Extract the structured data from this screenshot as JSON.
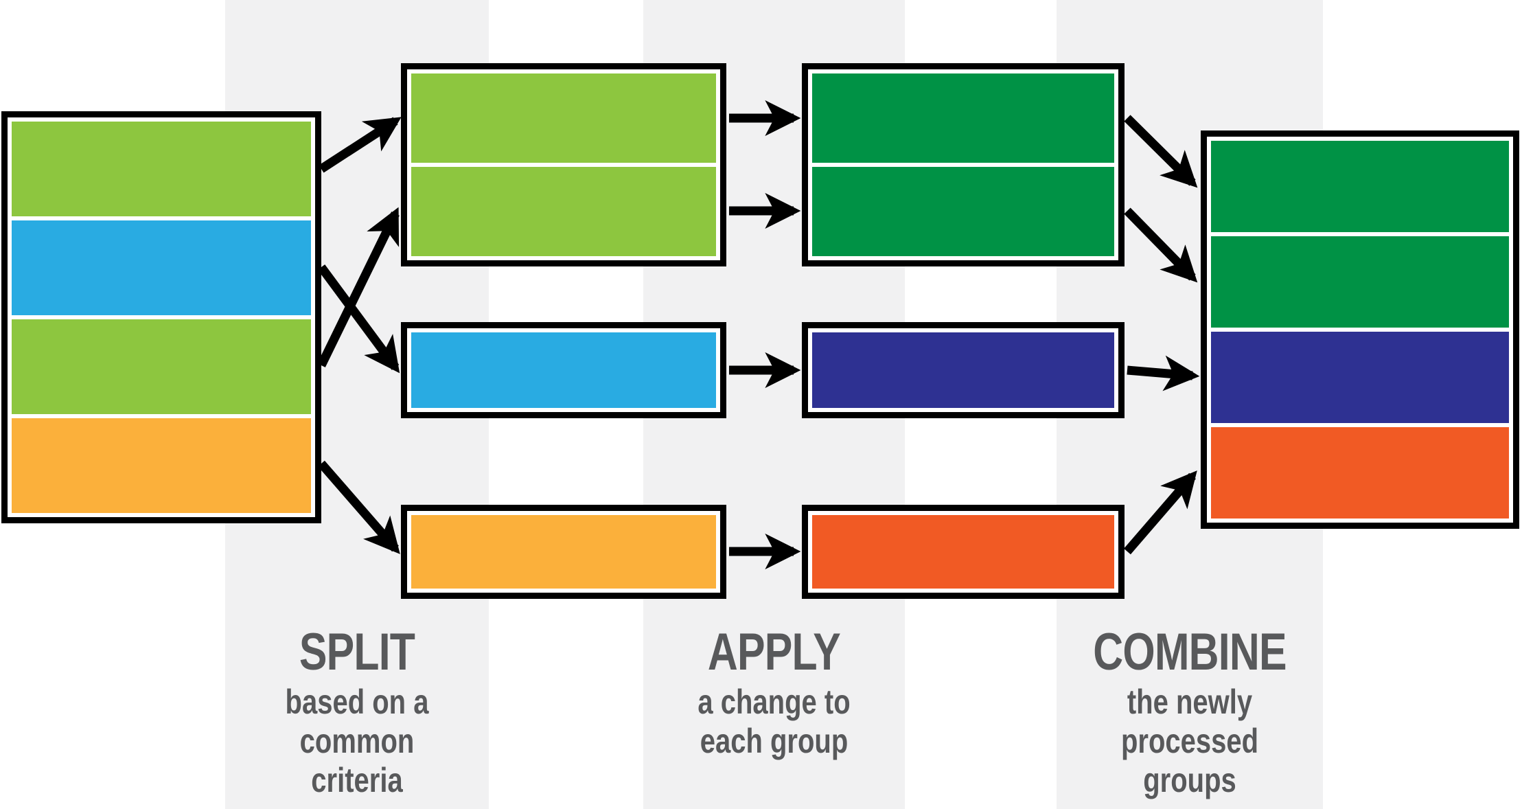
{
  "palette": {
    "light_green": "#8DC63F",
    "blue": "#29ABE2",
    "orange": "#FBB03B",
    "dark_green": "#009245",
    "navy": "#2E3192",
    "red_orange": "#F15A24",
    "band_gray": "#F1F1F2",
    "text_gray": "#58595B",
    "arrow_black": "#000000",
    "box_border_black": "#000000",
    "box_gap_white": "#FFFFFF"
  },
  "stages": [
    {
      "title": "SPLIT",
      "lines": [
        "based on a",
        "common criteria"
      ]
    },
    {
      "title": "APPLY",
      "lines": [
        "a change to",
        "each group"
      ]
    },
    {
      "title": "COMBINE",
      "lines": [
        "the newly",
        "processed groups"
      ]
    }
  ],
  "boxes": {
    "source": {
      "segments": [
        "light_green",
        "blue",
        "light_green",
        "orange"
      ]
    },
    "split_green": {
      "segments": [
        "light_green",
        "light_green"
      ]
    },
    "split_blue": {
      "segments": [
        "blue"
      ]
    },
    "split_orange": {
      "segments": [
        "orange"
      ]
    },
    "applied_green": {
      "segments": [
        "dark_green",
        "dark_green"
      ]
    },
    "applied_blue": {
      "segments": [
        "navy"
      ]
    },
    "applied_orange": {
      "segments": [
        "red_orange"
      ]
    },
    "combined": {
      "segments": [
        "dark_green",
        "dark_green",
        "navy",
        "red_orange"
      ]
    }
  }
}
